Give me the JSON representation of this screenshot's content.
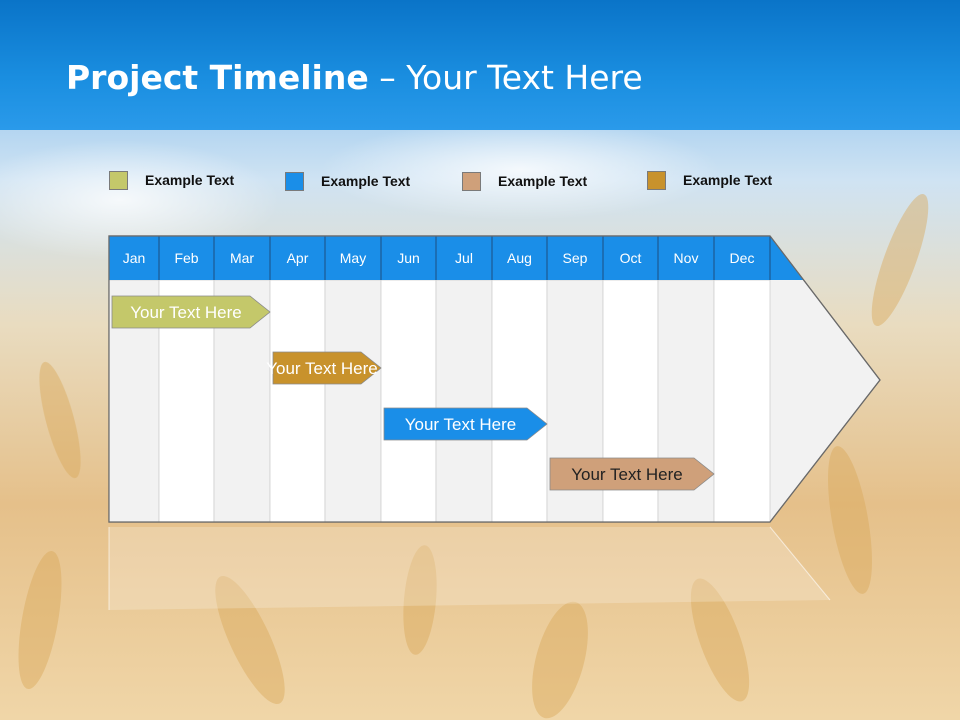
{
  "slide": {
    "title_bold": "Project Timeline",
    "title_rest": " – Your Text Here"
  },
  "legend": [
    {
      "label": "Example Text",
      "color": "#c4c86a"
    },
    {
      "label": "Example Text",
      "color": "#1a8ee8"
    },
    {
      "label": "Example Text",
      "color": "#cfa07a"
    },
    {
      "label": "Example Text",
      "color": "#c8922c"
    }
  ],
  "timeline": {
    "months": [
      "Jan",
      "Feb",
      "Mar",
      "Apr",
      "May",
      "Jun",
      "Jul",
      "Aug",
      "Sep",
      "Oct",
      "Nov",
      "Dec"
    ],
    "header_color": "#1a8ee8",
    "tasks": [
      {
        "label": "Your  Text Here",
        "start": "Jan",
        "end": "Apr",
        "color": "#c4c86a",
        "text_color": "#ffffff"
      },
      {
        "label": "Your  Text Here",
        "start": "Apr",
        "end": "Jun",
        "color": "#c8922c",
        "text_color": "#ffffff"
      },
      {
        "label": "Your  Text Here",
        "start": "Jun",
        "end": "Sep",
        "color": "#1a8ee8",
        "text_color": "#ffffff"
      },
      {
        "label": "Your  Text Here",
        "start": "Sep",
        "end": "Dec",
        "color": "#cfa07a",
        "text_color": "#222222"
      }
    ]
  }
}
